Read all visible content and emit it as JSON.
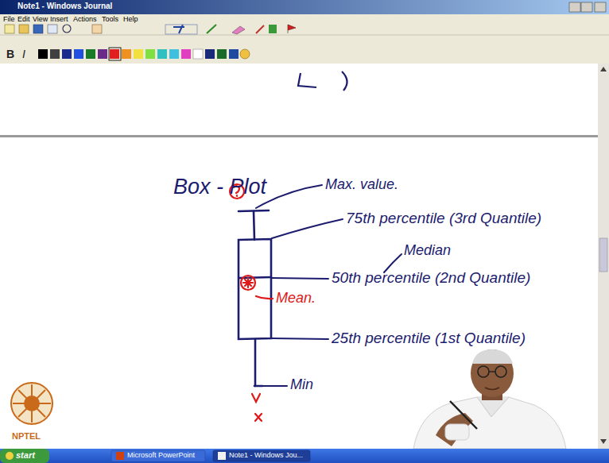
{
  "diagram": {
    "title": "Box - Plot",
    "labels": [
      "Note1 - Windows Journal",
      "File",
      "Edit",
      "View",
      "Insert",
      "Actions",
      "Tools",
      "Help",
      "B",
      "I",
      "Max. value.",
      "75th percentile (3rd Quantile)",
      "Median",
      "50th percentile (2nd Quantile)",
      "Mean.",
      "25th percentile (1st Quantile)",
      "Min",
      "NPTEL",
      "start",
      "Microsoft PowerPoint",
      "Note1 - Windows Jou..."
    ]
  }
}
